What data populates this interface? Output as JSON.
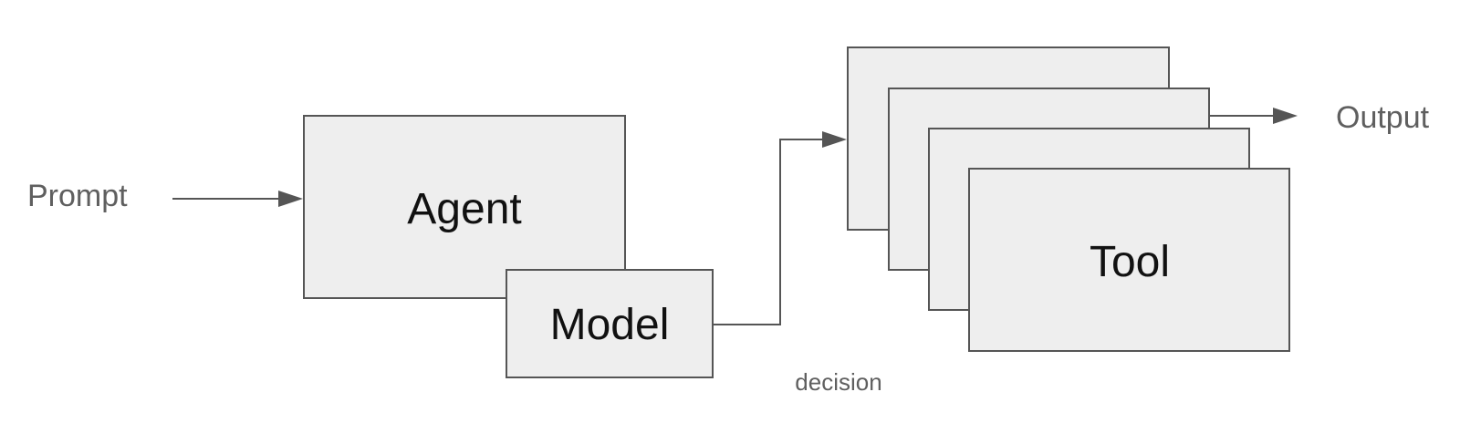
{
  "diagram": {
    "labels": {
      "prompt": "Prompt",
      "agent": "Agent",
      "model": "Model",
      "tool": "Tool",
      "decision": "decision",
      "output": "Output"
    },
    "colors": {
      "box_fill": "#eeeeee",
      "stroke": "#555555",
      "text_dark": "#111111",
      "text_muted": "#5f5f5f",
      "background": "#ffffff"
    }
  }
}
